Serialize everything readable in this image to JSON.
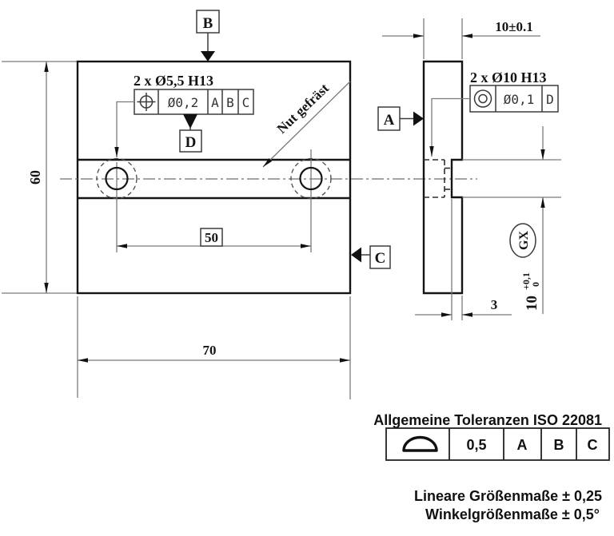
{
  "colors": {
    "background": "#ffffff",
    "outline": "#151515",
    "dimension_lines": "#7a7a7a",
    "text": "#141414"
  },
  "front_view": {
    "holes_label": "2 x Ø5,5 H13",
    "fcf_position": {
      "symbol": "position",
      "tolerance": "Ø0,2",
      "datum_1": "A",
      "datum_2": "B",
      "datum_3": "C"
    },
    "datum_b_label": "B",
    "datum_c_label": "C",
    "datum_d_label": "D",
    "slot_note": "Nut gefräst",
    "dim_height": "60",
    "dim_hole_spacing": "50",
    "dim_width": "70"
  },
  "side_view": {
    "holes_label": "2 x Ø10 H13",
    "fcf_concentricity": {
      "symbol": "concentricity",
      "tolerance": "Ø0,1",
      "datum_1": "D"
    },
    "datum_a_label": "A",
    "dim_thickness": "10±0.1",
    "dim_slot_depth": "3",
    "slot_height": {
      "value": "10",
      "upper": "+0,1",
      "lower": "0",
      "modifier": "GX"
    }
  },
  "tolerance_block": {
    "title": "Allgemeine Toleranzen ISO 22081",
    "frame": {
      "symbol": "surface-profile",
      "value": "0,5",
      "datum_1": "A",
      "datum_2": "B",
      "datum_3": "C"
    },
    "note_linear": "Lineare Größenmaße ± 0,25",
    "note_angular": "Winkelgrößenmaße ± 0,5°"
  }
}
